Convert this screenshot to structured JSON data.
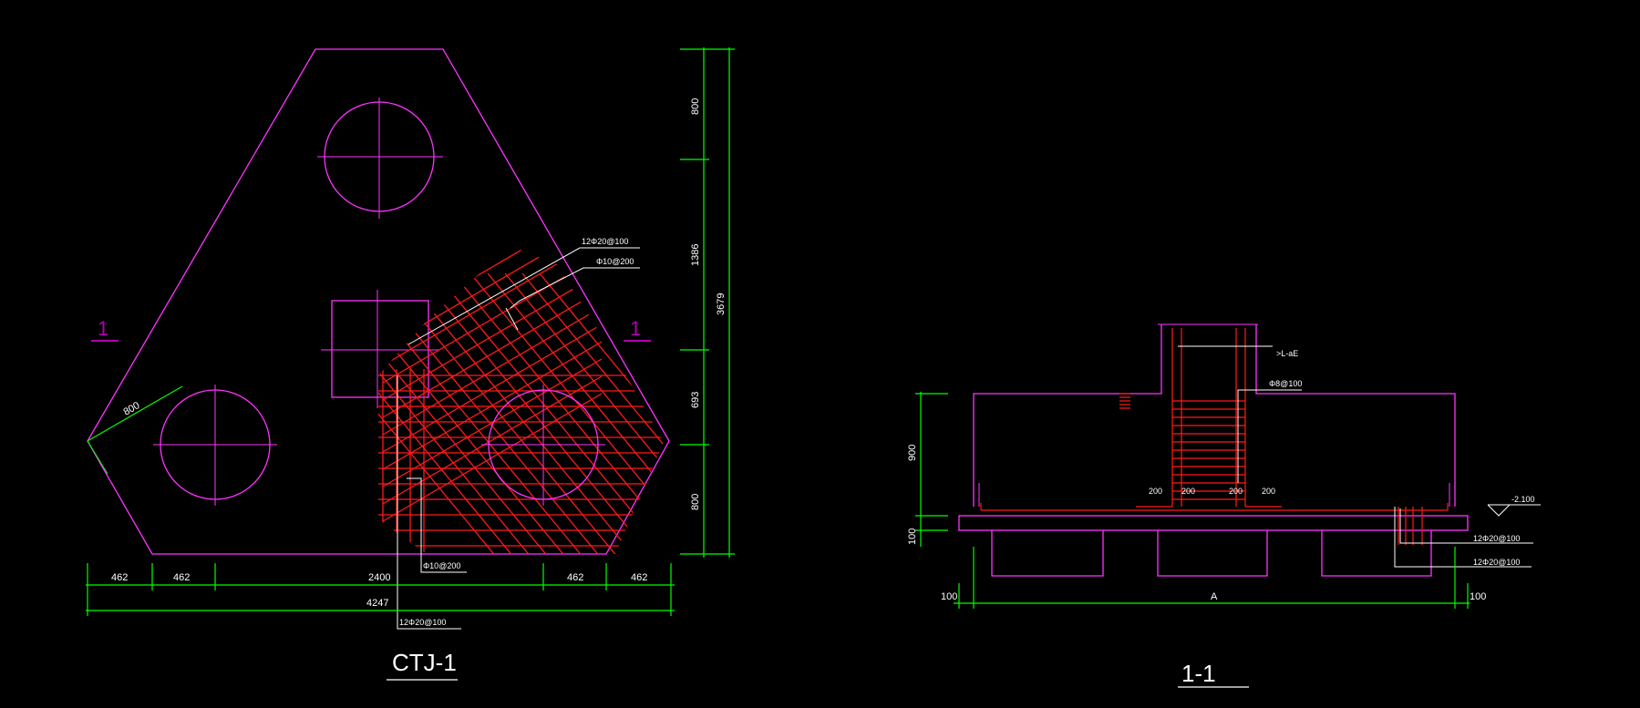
{
  "colors": {
    "background": "#000000",
    "outline": "#ff33ff",
    "rebar": "#ff1a1a",
    "dimension": "#00ff00",
    "leader": "#ffffff",
    "section_mark": "#b000b0"
  },
  "plan": {
    "title": "CTJ-1",
    "section_mark": "1",
    "rebar_labels": [
      "12Φ20@100",
      "Φ10@200",
      "Φ10@200",
      "12Φ20@100"
    ],
    "pile_dim": "800",
    "bottom_dims": [
      "462",
      "462",
      "2400",
      "462",
      "462"
    ],
    "bottom_total": "4247",
    "right_dims": [
      "800",
      "1386",
      "693",
      "800"
    ],
    "right_total": "3679"
  },
  "section": {
    "title": "1-1",
    "column_note": ">L-aE",
    "stirrup_label": "Φ8@100",
    "gaps": [
      "200",
      "200",
      "200",
      "200"
    ],
    "height_dim": "900",
    "cover_dim": "100",
    "elevation": "-2.100",
    "bottom_rebar": [
      "12Φ20@100",
      "12Φ20@100"
    ],
    "side_dims": [
      "100",
      "A",
      "100"
    ]
  }
}
